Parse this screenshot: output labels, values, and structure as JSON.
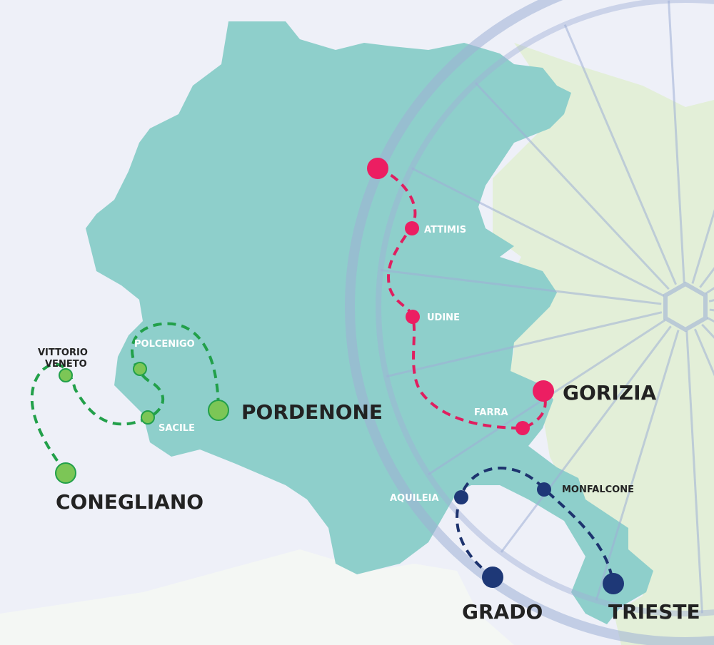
{
  "colors": {
    "background": "#eef0f8",
    "region_fill": "#8ecfcb",
    "slovenia_fill": "#e3efd8",
    "bottom_land": "#f4f7f4",
    "wheel_stroke": "#9fb0d6",
    "green_route": "#22a04a",
    "green_stop": "#7cc656",
    "pink_route": "#e01e5f",
    "pink_stop": "#ec1e62",
    "navy_route": "#1d336e",
    "navy_stop": "#1e3877",
    "label_dark": "#222222",
    "label_white": "#ffffff"
  },
  "routes": {
    "green": {
      "stops": {
        "vittorio_veneto_line1": "VITTORIO",
        "vittorio_veneto_line2": "VENETO",
        "polcenigo": "POLCENIGO",
        "sacile": "SACILE",
        "pordenone": "PORDENONE",
        "conegliano": "CONEGLIANO"
      }
    },
    "pink": {
      "stops": {
        "attimis": "ATTIMIS",
        "udine": "UDINE",
        "farra": "FARRA",
        "gorizia": "GORIZIA"
      }
    },
    "navy": {
      "stops": {
        "aquileia": "AQUILEIA",
        "monfalcone": "MONFALCONE",
        "grado": "GRADO",
        "trieste": "TRIESTE"
      }
    }
  },
  "decorations": {
    "wheel_hub_icon": "bicycle-wheel-icon"
  }
}
